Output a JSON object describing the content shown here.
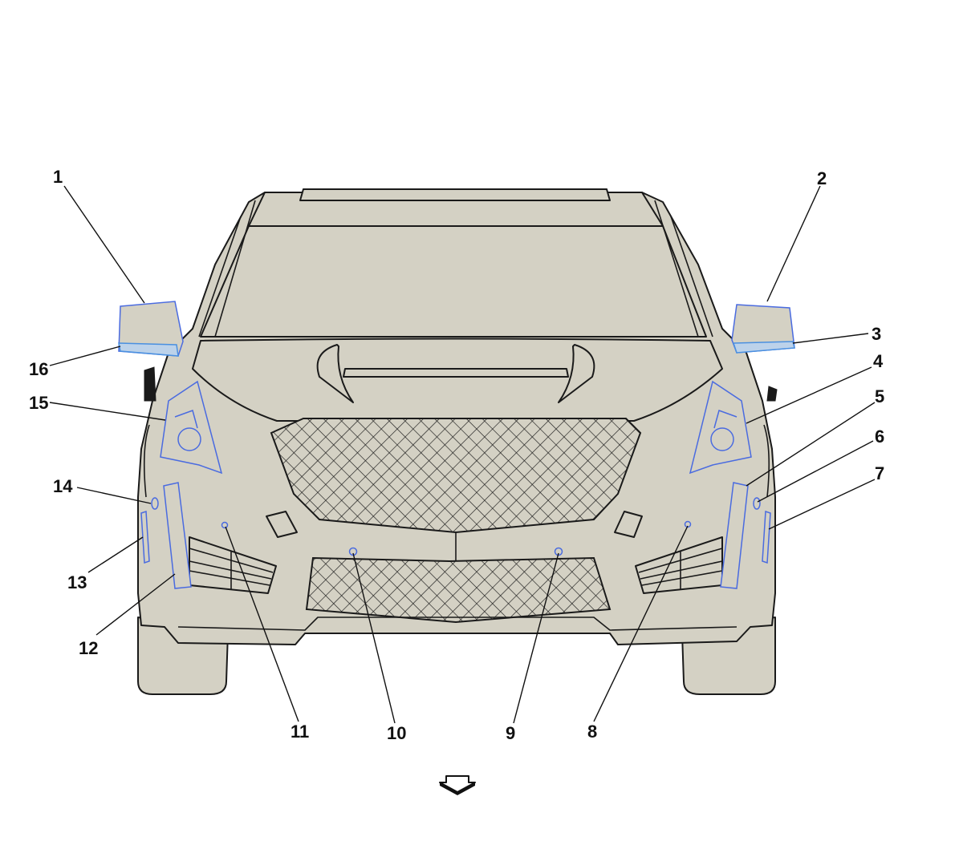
{
  "callouts": [
    "1",
    "2",
    "3",
    "4",
    "5",
    "6",
    "7",
    "8",
    "9",
    "10",
    "11",
    "12",
    "13",
    "14",
    "15",
    "16"
  ],
  "direction_indicator": "down-arrow-icon",
  "colors": {
    "body": "#d4d1c4",
    "outline": "#1a1a1a",
    "highlighted_part": "#4a6be0"
  }
}
